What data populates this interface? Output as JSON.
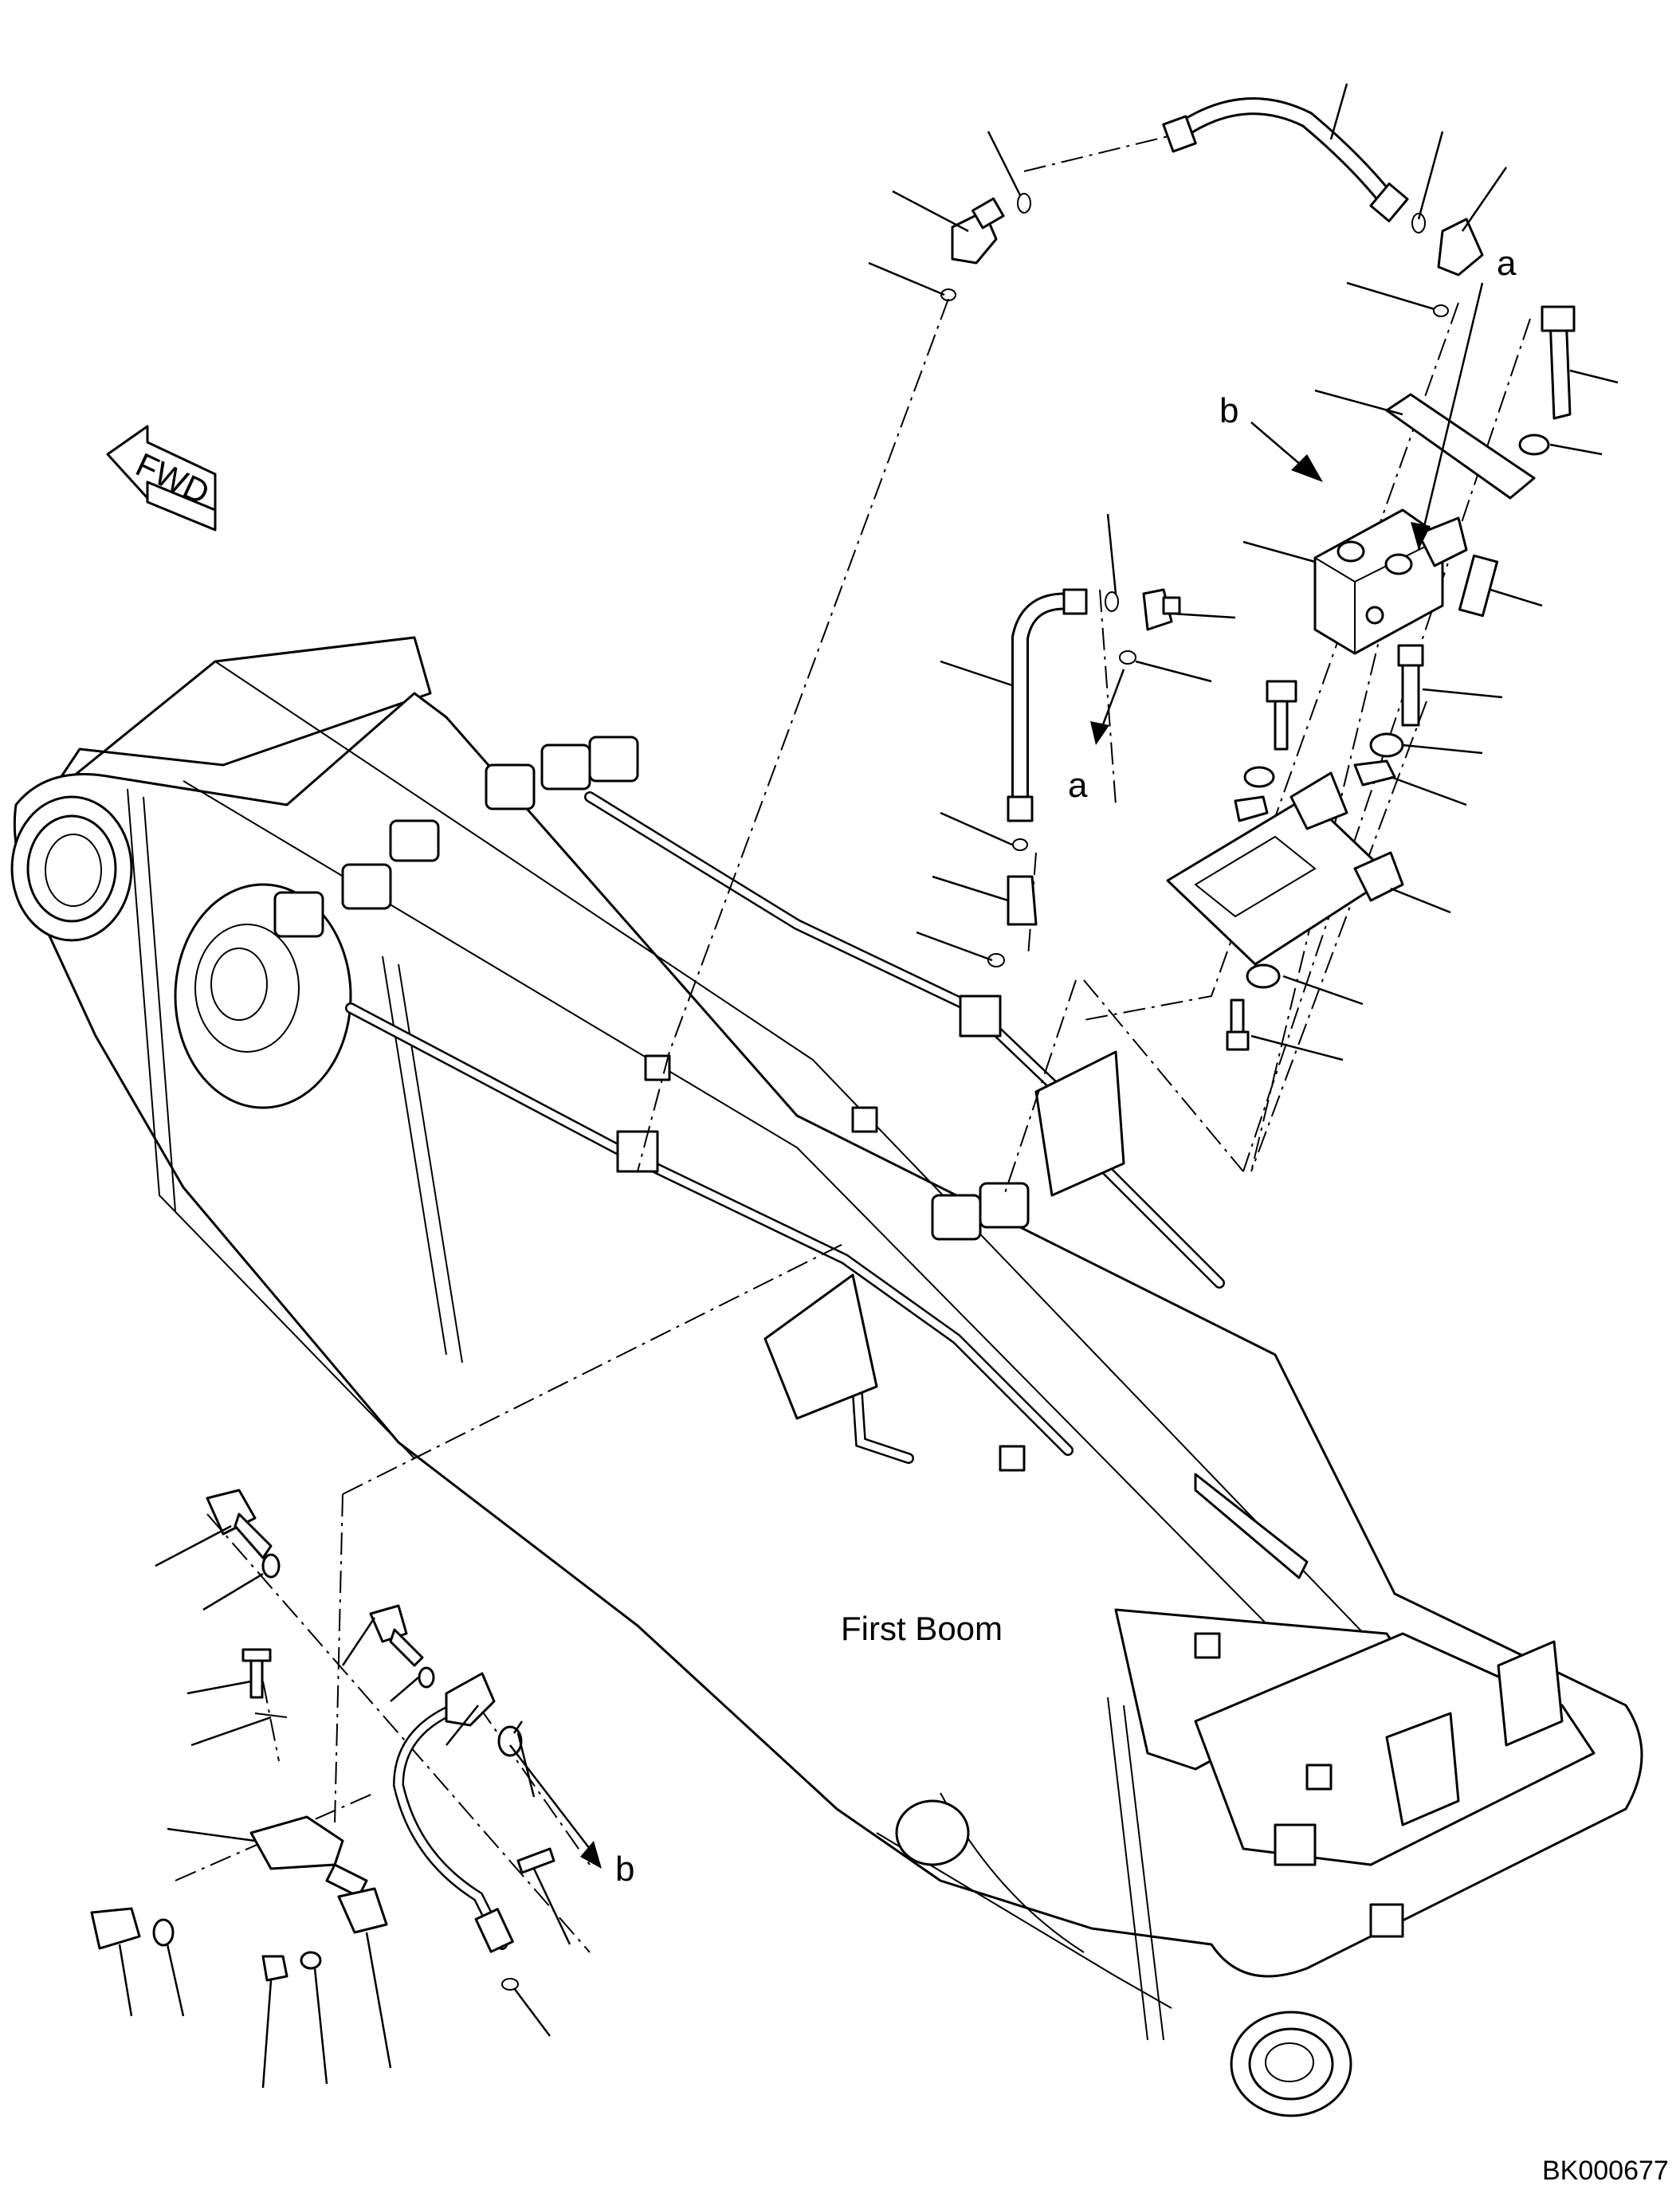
{
  "diagram": {
    "boom_label": "First Boom",
    "fwd_label": "FWD",
    "ref_a": "a",
    "ref_b": "b",
    "drawing_code": "BK000677"
  }
}
